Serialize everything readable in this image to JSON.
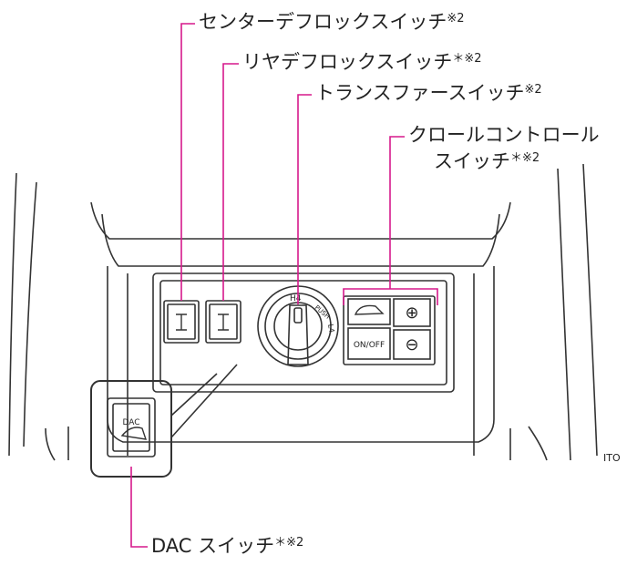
{
  "labels": {
    "center_diff_lock": {
      "text": "センターデフロックスイッチ",
      "mark": "※2"
    },
    "rear_diff_lock": {
      "text": "リヤデフロックスイッチ",
      "mark": "＊※2"
    },
    "transfer": {
      "text": "トランスファースイッチ",
      "mark": "※2"
    },
    "crawl_control_line1": "クロールコントロール",
    "crawl_control_line2": {
      "text": "スイッチ",
      "mark": "＊※2"
    },
    "dac": {
      "text": "DAC スイッチ",
      "mark": "＊※2"
    }
  },
  "panel": {
    "dial_h4": "H4",
    "dial_push": "PUSH",
    "dial_l4": "L4",
    "on_off": "ON/OFF",
    "plus": "⊕",
    "minus": "⊖",
    "dac_key": "DAC"
  },
  "figure_code": "ITO",
  "colors": {
    "leader": "#d6198c",
    "line": "#333333"
  }
}
